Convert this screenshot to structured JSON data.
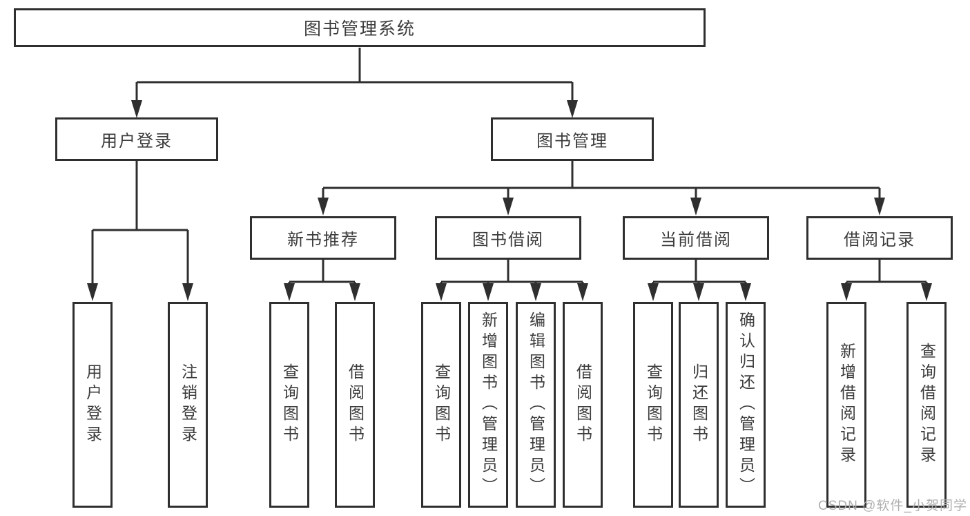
{
  "diagram": {
    "title": "图书管理系统",
    "type": "function-structure-tree"
  },
  "colors": {
    "line": "#2f2f2f",
    "text": "#3c3c3c",
    "watermark": "#aeaeae",
    "background": "#ffffff"
  },
  "tree": {
    "label": "图书管理系统",
    "children": [
      {
        "label": "用户登录",
        "children": [
          {
            "label": "用户登录"
          },
          {
            "label": "注销登录"
          }
        ]
      },
      {
        "label": "图书管理",
        "children": [
          {
            "label": "新书推荐",
            "children": [
              {
                "label": "查询图书"
              },
              {
                "label": "借阅图书"
              }
            ]
          },
          {
            "label": "图书借阅",
            "children": [
              {
                "label": "查询图书"
              },
              {
                "label": "新增图书（管理员）"
              },
              {
                "label": "编辑图书（管理员）"
              },
              {
                "label": "借阅图书"
              }
            ]
          },
          {
            "label": "当前借阅",
            "children": [
              {
                "label": "查询图书"
              },
              {
                "label": "归还图书"
              },
              {
                "label": "确认归还（管理员）"
              }
            ]
          },
          {
            "label": "借阅记录",
            "children": [
              {
                "label": "新增借阅记录"
              },
              {
                "label": "查询借阅记录"
              }
            ]
          }
        ]
      }
    ]
  },
  "watermark": "CSDN @软件_小贺同学"
}
